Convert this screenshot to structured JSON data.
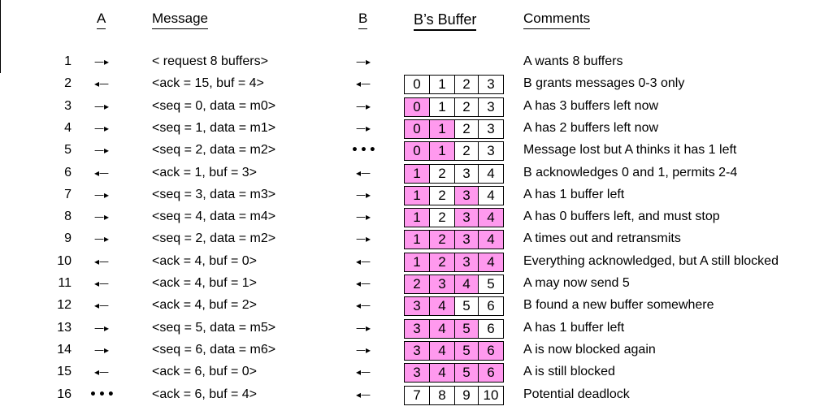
{
  "headers": {
    "a": "A",
    "message": "Message",
    "b": "B",
    "buffer": "B’s Buffer",
    "comments": "Comments"
  },
  "colors": {
    "filled_slot": "#ff99ee",
    "empty_slot": "#ffffff"
  },
  "rows": [
    {
      "num": "1",
      "a": "arrow-right",
      "message": "< request 8 buffers>",
      "b": "arrow-right",
      "buffer": [],
      "comment": "A wants 8 buffers"
    },
    {
      "num": "2",
      "a": "arrow-left",
      "message": "<ack = 15, buf = 4>",
      "b": "arrow-left",
      "buffer": [
        {
          "v": "0",
          "f": false
        },
        {
          "v": "1",
          "f": false
        },
        {
          "v": "2",
          "f": false
        },
        {
          "v": "3",
          "f": false
        }
      ],
      "comment": "B grants messages 0-3 only"
    },
    {
      "num": "3",
      "a": "arrow-right",
      "message": "<seq = 0, data = m0>",
      "b": "arrow-right",
      "buffer": [
        {
          "v": "0",
          "f": true
        },
        {
          "v": "1",
          "f": false
        },
        {
          "v": "2",
          "f": false
        },
        {
          "v": "3",
          "f": false
        }
      ],
      "comment": "A has 3 buffers left now"
    },
    {
      "num": "4",
      "a": "arrow-right",
      "message": "<seq = 1, data = m1>",
      "b": "arrow-right",
      "buffer": [
        {
          "v": "0",
          "f": true
        },
        {
          "v": "1",
          "f": true
        },
        {
          "v": "2",
          "f": false
        },
        {
          "v": "3",
          "f": false
        }
      ],
      "comment": "A has 2 buffers left now"
    },
    {
      "num": "5",
      "a": "arrow-right",
      "message": "<seq = 2, data = m2>",
      "b": "dots",
      "buffer": [
        {
          "v": "0",
          "f": true
        },
        {
          "v": "1",
          "f": true
        },
        {
          "v": "2",
          "f": false
        },
        {
          "v": "3",
          "f": false
        }
      ],
      "comment": "Message lost but A thinks it has 1 left"
    },
    {
      "num": "6",
      "a": "arrow-left",
      "message": "<ack = 1, buf = 3>",
      "b": "arrow-left",
      "buffer": [
        {
          "v": "1",
          "f": true
        },
        {
          "v": "2",
          "f": false
        },
        {
          "v": "3",
          "f": false
        },
        {
          "v": "4",
          "f": false
        }
      ],
      "comment": "B acknowledges 0 and 1, permits 2-4"
    },
    {
      "num": "7",
      "a": "arrow-right",
      "message": "<seq = 3, data = m3>",
      "b": "arrow-right",
      "buffer": [
        {
          "v": "1",
          "f": true
        },
        {
          "v": "2",
          "f": false
        },
        {
          "v": "3",
          "f": true
        },
        {
          "v": "4",
          "f": false
        }
      ],
      "comment": "A has 1 buffer left"
    },
    {
      "num": "8",
      "a": "arrow-right",
      "message": "<seq = 4, data = m4>",
      "b": "arrow-right",
      "buffer": [
        {
          "v": "1",
          "f": true
        },
        {
          "v": "2",
          "f": false
        },
        {
          "v": "3",
          "f": true
        },
        {
          "v": "4",
          "f": true
        }
      ],
      "comment": "A has 0 buffers left, and must stop"
    },
    {
      "num": "9",
      "a": "arrow-right",
      "message": "<seq = 2, data = m2>",
      "b": "arrow-right",
      "buffer": [
        {
          "v": "1",
          "f": true
        },
        {
          "v": "2",
          "f": true
        },
        {
          "v": "3",
          "f": true
        },
        {
          "v": "4",
          "f": true
        }
      ],
      "comment": "A times out and retransmits"
    },
    {
      "num": "10",
      "a": "arrow-left",
      "message": "<ack = 4, buf = 0>",
      "b": "arrow-left",
      "buffer": [
        {
          "v": "1",
          "f": true
        },
        {
          "v": "2",
          "f": true
        },
        {
          "v": "3",
          "f": true
        },
        {
          "v": "4",
          "f": true
        }
      ],
      "comment": "Everything acknowledged, but A still blocked"
    },
    {
      "num": "11",
      "a": "arrow-left",
      "message": "<ack = 4, buf = 1>",
      "b": "arrow-left",
      "buffer": [
        {
          "v": "2",
          "f": true
        },
        {
          "v": "3",
          "f": true
        },
        {
          "v": "4",
          "f": true
        },
        {
          "v": "5",
          "f": false
        }
      ],
      "comment": "A may now send 5"
    },
    {
      "num": "12",
      "a": "arrow-left",
      "message": "<ack = 4, buf = 2>",
      "b": "arrow-left",
      "buffer": [
        {
          "v": "3",
          "f": true
        },
        {
          "v": "4",
          "f": true
        },
        {
          "v": "5",
          "f": false
        },
        {
          "v": "6",
          "f": false
        }
      ],
      "comment": "B found a new buffer somewhere"
    },
    {
      "num": "13",
      "a": "arrow-right",
      "message": "<seq = 5, data = m5>",
      "b": "arrow-right",
      "buffer": [
        {
          "v": "3",
          "f": true
        },
        {
          "v": "4",
          "f": true
        },
        {
          "v": "5",
          "f": true
        },
        {
          "v": "6",
          "f": false
        }
      ],
      "comment": "A has 1 buffer left"
    },
    {
      "num": "14",
      "a": "arrow-right",
      "message": "<seq = 6, data = m6>",
      "b": "arrow-right",
      "buffer": [
        {
          "v": "3",
          "f": true
        },
        {
          "v": "4",
          "f": true
        },
        {
          "v": "5",
          "f": true
        },
        {
          "v": "6",
          "f": true
        }
      ],
      "comment": "A is now blocked again"
    },
    {
      "num": "15",
      "a": "arrow-left",
      "message": "<ack = 6, buf = 0>",
      "b": "arrow-left",
      "buffer": [
        {
          "v": "3",
          "f": true
        },
        {
          "v": "4",
          "f": true
        },
        {
          "v": "5",
          "f": true
        },
        {
          "v": "6",
          "f": true
        }
      ],
      "comment": "A is still blocked"
    },
    {
      "num": "16",
      "a": "dots",
      "message": "<ack = 6, buf = 4>",
      "b": "arrow-left",
      "buffer": [
        {
          "v": "7",
          "f": false
        },
        {
          "v": "8",
          "f": false
        },
        {
          "v": "9",
          "f": false
        },
        {
          "v": "10",
          "f": false
        }
      ],
      "comment": "Potential deadlock"
    }
  ]
}
